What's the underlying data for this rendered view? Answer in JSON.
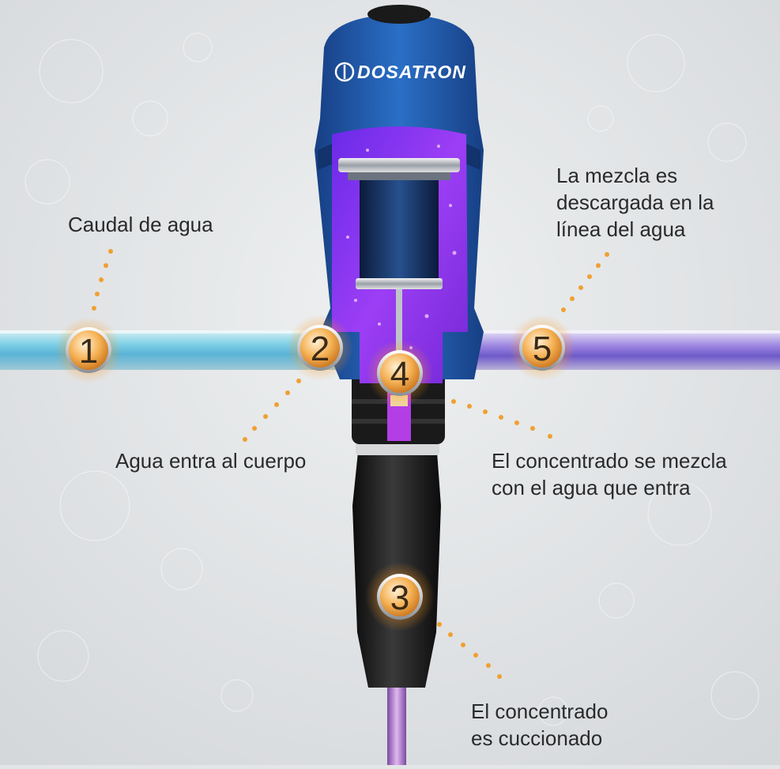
{
  "brand": {
    "name": "DOSATRON"
  },
  "steps": [
    {
      "number": "1",
      "lines": [
        "Caudal de agua"
      ]
    },
    {
      "number": "2",
      "lines": [
        "Agua entra al cuerpo"
      ]
    },
    {
      "number": "3",
      "lines": [
        "El concentrado",
        "es cuccionado"
      ]
    },
    {
      "number": "4",
      "lines": [
        "El concentrado se mezcla",
        "con el agua que entra"
      ]
    },
    {
      "number": "5",
      "lines": [
        "La mezcla es",
        "descargada en la",
        "línea del agua"
      ]
    }
  ],
  "colors": {
    "background": "#e3e5e7",
    "pump_body": "#1f5fb0",
    "chamber": "#8b2cf0",
    "marker_orange": "#f3a53a",
    "dotted_line": "#f0a030"
  }
}
